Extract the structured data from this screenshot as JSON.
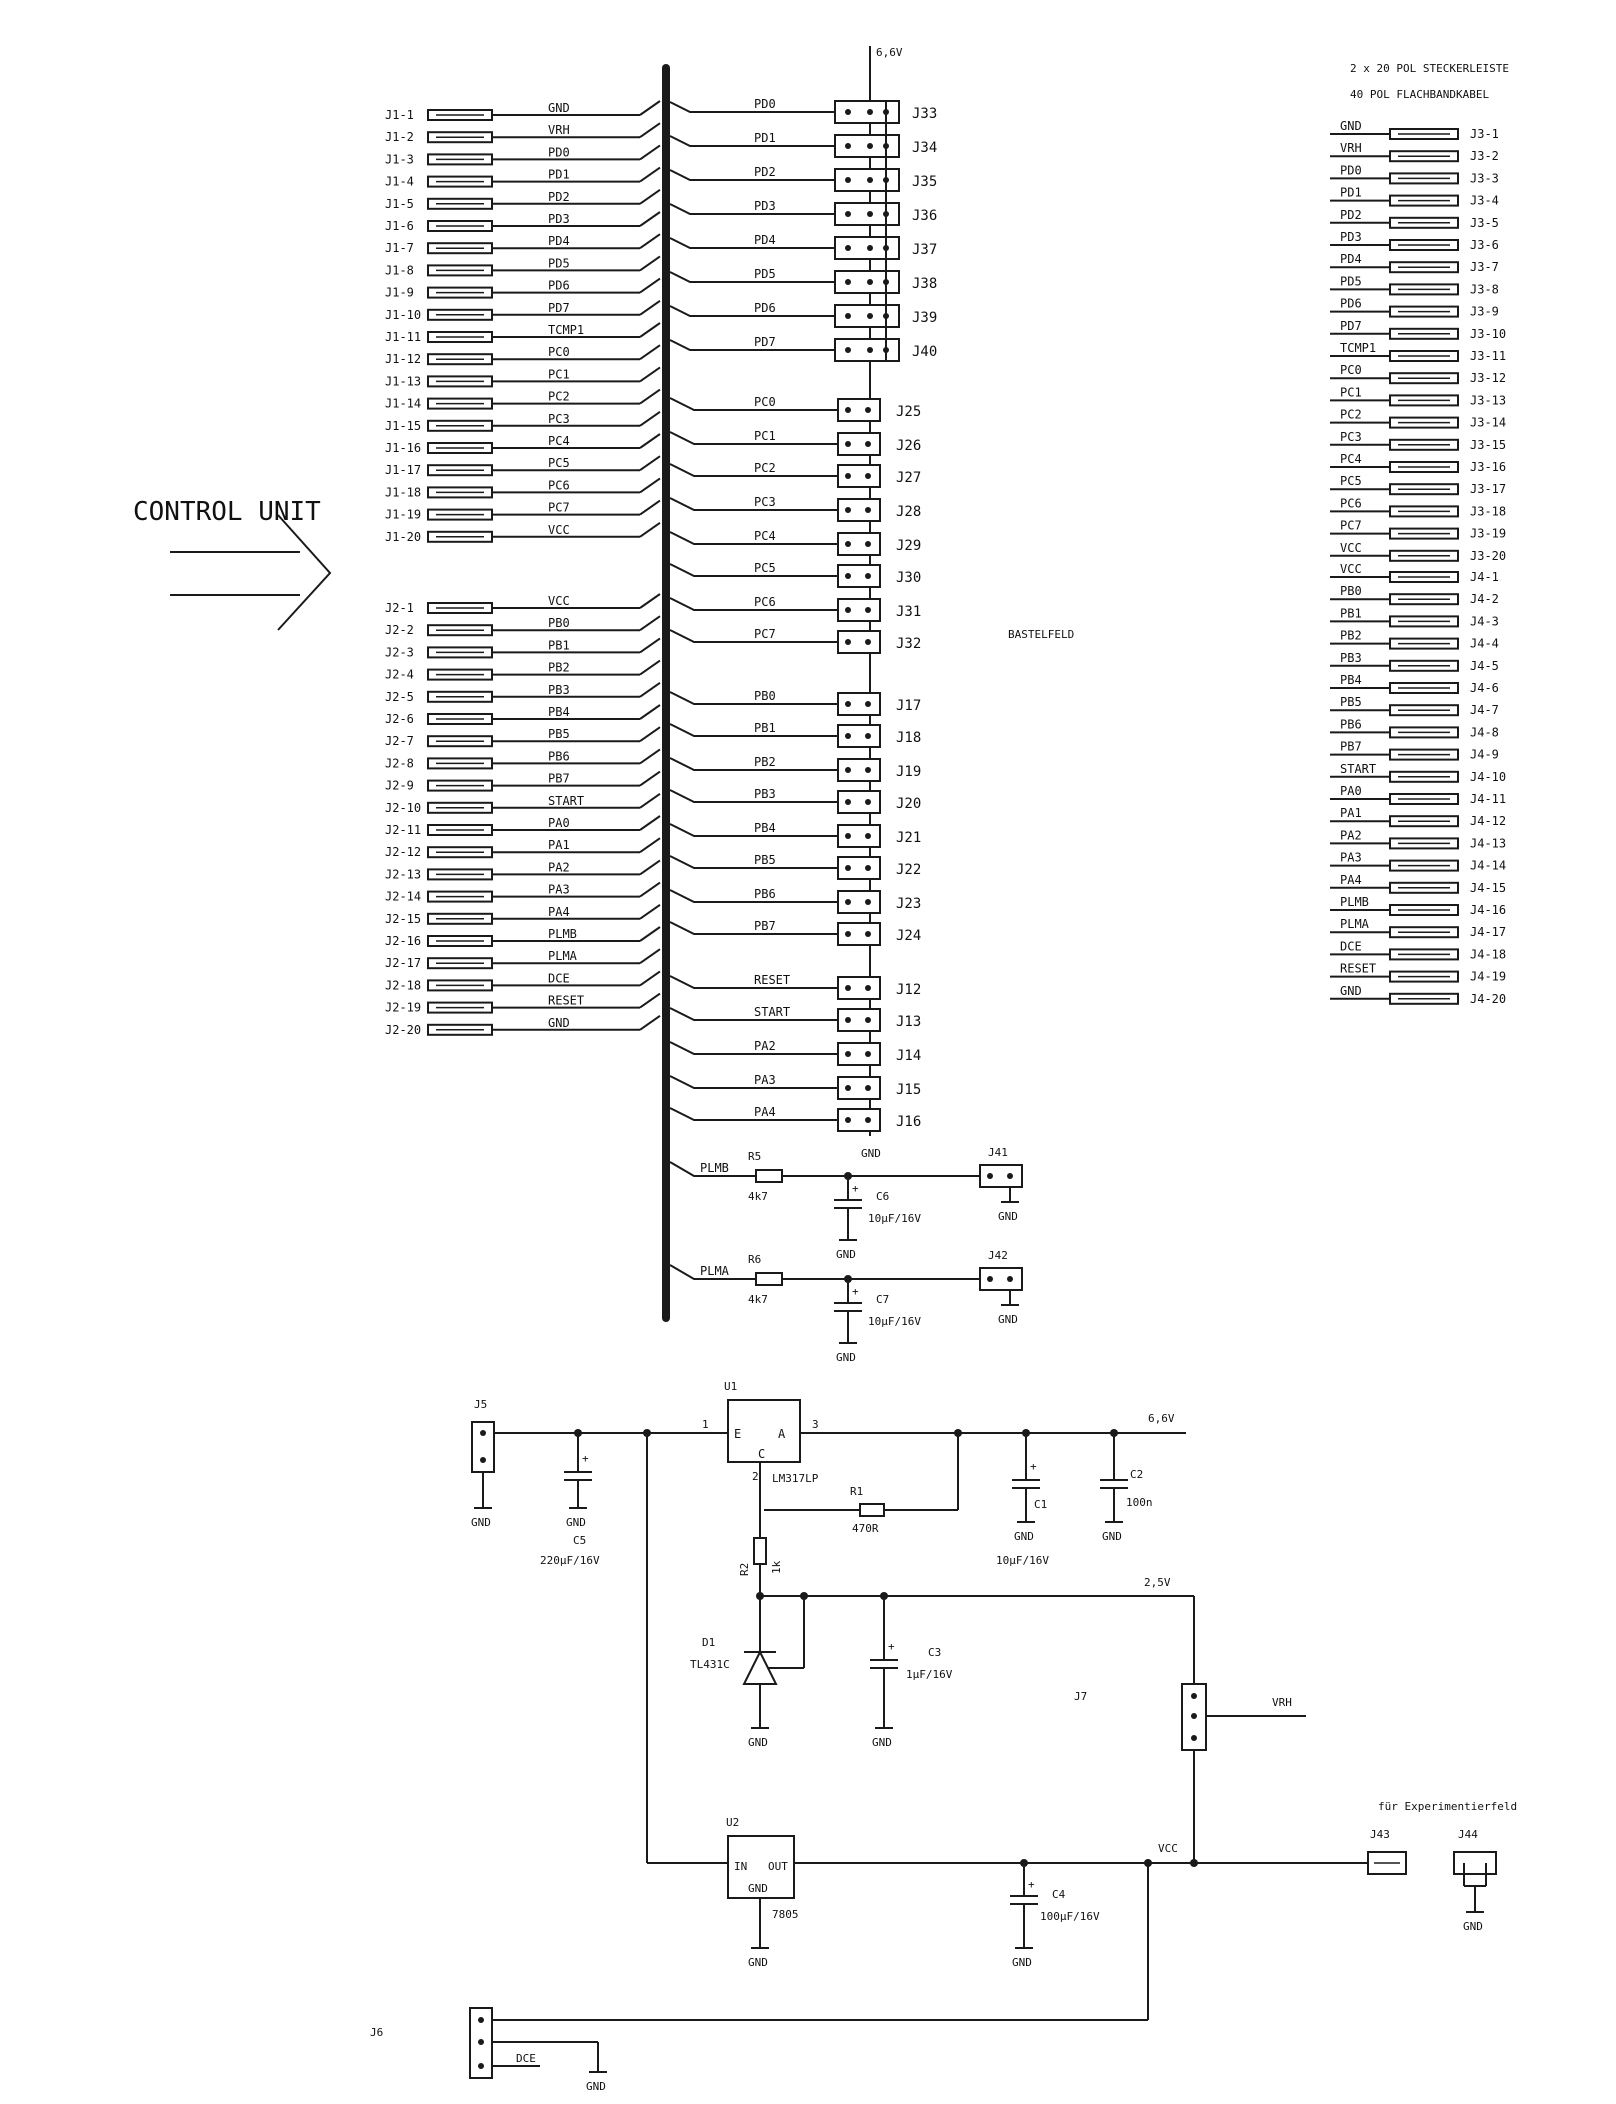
{
  "control_unit_label": "CONTROL UNIT",
  "top_supply": "6,6V",
  "header_title": [
    "2 x 20 POL STECKERLEISTE",
    "40 POL FLACHBANDKABEL"
  ],
  "bastelfeld": "BASTELFELD",
  "j1": {
    "pins": [
      "J1-1",
      "J1-2",
      "J1-3",
      "J1-4",
      "J1-5",
      "J1-6",
      "J1-7",
      "J1-8",
      "J1-9",
      "J1-10",
      "J1-11",
      "J1-12",
      "J1-13",
      "J1-14",
      "J1-15",
      "J1-16",
      "J1-17",
      "J1-18",
      "J1-19",
      "J1-20"
    ],
    "signals": [
      "GND",
      "VRH",
      "PD0",
      "PD1",
      "PD2",
      "PD3",
      "PD4",
      "PD5",
      "PD6",
      "PD7",
      "TCMP1",
      "PC0",
      "PC1",
      "PC2",
      "PC3",
      "PC4",
      "PC5",
      "PC6",
      "PC7",
      "VCC"
    ]
  },
  "j2": {
    "pins": [
      "J2-1",
      "J2-2",
      "J2-3",
      "J2-4",
      "J2-5",
      "J2-6",
      "J2-7",
      "J2-8",
      "J2-9",
      "J2-10",
      "J2-11",
      "J2-12",
      "J2-13",
      "J2-14",
      "J2-15",
      "J2-16",
      "J2-17",
      "J2-18",
      "J2-19",
      "J2-20"
    ],
    "signals": [
      "VCC",
      "PB0",
      "PB1",
      "PB2",
      "PB3",
      "PB4",
      "PB5",
      "PB6",
      "PB7",
      "START",
      "PA0",
      "PA1",
      "PA2",
      "PA3",
      "PA4",
      "PLMB",
      "PLMA",
      "DCE",
      "RESET",
      "GND"
    ]
  },
  "j3": {
    "pins": [
      "J3-1",
      "J3-2",
      "J3-3",
      "J3-4",
      "J3-5",
      "J3-6",
      "J3-7",
      "J3-8",
      "J3-9",
      "J3-10",
      "J3-11",
      "J3-12",
      "J3-13",
      "J3-14",
      "J3-15",
      "J3-16",
      "J3-17",
      "J3-18",
      "J3-19",
      "J3-20"
    ],
    "signals": [
      "GND",
      "VRH",
      "PD0",
      "PD1",
      "PD2",
      "PD3",
      "PD4",
      "PD5",
      "PD6",
      "PD7",
      "TCMP1",
      "PC0",
      "PC1",
      "PC2",
      "PC3",
      "PC4",
      "PC5",
      "PC6",
      "PC7",
      "VCC"
    ]
  },
  "j4": {
    "pins": [
      "J4-1",
      "J4-2",
      "J4-3",
      "J4-4",
      "J4-5",
      "J4-6",
      "J4-7",
      "J4-8",
      "J4-9",
      "J4-10",
      "J4-11",
      "J4-12",
      "J4-13",
      "J4-14",
      "J4-15",
      "J4-16",
      "J4-17",
      "J4-18",
      "J4-19",
      "J4-20"
    ],
    "signals": [
      "VCC",
      "PB0",
      "PB1",
      "PB2",
      "PB3",
      "PB4",
      "PB5",
      "PB6",
      "PB7",
      "START",
      "PA0",
      "PA1",
      "PA2",
      "PA3",
      "PA4",
      "PLMB",
      "PLMA",
      "DCE",
      "RESET",
      "GND"
    ]
  },
  "headers3": [
    {
      "id": "J33",
      "signal": "PD0"
    },
    {
      "id": "J34",
      "signal": "PD1"
    },
    {
      "id": "J35",
      "signal": "PD2"
    },
    {
      "id": "J36",
      "signal": "PD3"
    },
    {
      "id": "J37",
      "signal": "PD4"
    },
    {
      "id": "J38",
      "signal": "PD5"
    },
    {
      "id": "J39",
      "signal": "PD6"
    },
    {
      "id": "J40",
      "signal": "PD7"
    }
  ],
  "headers2": [
    {
      "id": "J25",
      "signal": "PC0"
    },
    {
      "id": "J26",
      "signal": "PC1"
    },
    {
      "id": "J27",
      "signal": "PC2"
    },
    {
      "id": "J28",
      "signal": "PC3"
    },
    {
      "id": "J29",
      "signal": "PC4"
    },
    {
      "id": "J30",
      "signal": "PC5"
    },
    {
      "id": "J31",
      "signal": "PC6"
    },
    {
      "id": "J32",
      "signal": "PC7"
    },
    {
      "id": "J17",
      "signal": "PB0"
    },
    {
      "id": "J18",
      "signal": "PB1"
    },
    {
      "id": "J19",
      "signal": "PB2"
    },
    {
      "id": "J20",
      "signal": "PB3"
    },
    {
      "id": "J21",
      "signal": "PB4"
    },
    {
      "id": "J22",
      "signal": "PB5"
    },
    {
      "id": "J23",
      "signal": "PB6"
    },
    {
      "id": "J24",
      "signal": "PB7"
    },
    {
      "id": "J12",
      "signal": "RESET"
    },
    {
      "id": "J13",
      "signal": "START"
    },
    {
      "id": "J14",
      "signal": "PA2"
    },
    {
      "id": "J15",
      "signal": "PA3"
    },
    {
      "id": "J16",
      "signal": "PA4"
    }
  ],
  "gnd": "GND",
  "pwm": [
    {
      "net": "PLMB",
      "resistor": "R5",
      "rval": "4k7",
      "cap": "C6",
      "cval": "10µF/16V",
      "conn": "J41"
    },
    {
      "net": "PLMA",
      "resistor": "R6",
      "rval": "4k7",
      "cap": "C7",
      "cval": "10µF/16V",
      "conn": "J42"
    }
  ],
  "power": {
    "j5": "J5",
    "c5": "C5",
    "c5v": "220µF/16V",
    "u1": "U1",
    "u1_e": "E",
    "u1_a": "A",
    "u1_c": "C",
    "u1_pin1": "1",
    "u1_pin2": "2",
    "u1_pin3": "3",
    "u1_part": "LM317LP",
    "r1": "R1",
    "r1v": "470R",
    "c1": "C1",
    "c1v": "10µF/16V",
    "c2": "C2",
    "c2v": "100n",
    "out": "6,6V",
    "r2": "R2",
    "r2v": "1k",
    "ref": "2,5V",
    "d1": "D1",
    "d1v": "TL431C",
    "c3": "C3",
    "c3v": "1µF/16V",
    "j7": "J7",
    "vrh": "VRH",
    "u2": "U2",
    "u2_in": "IN",
    "u2_out": "OUT",
    "u2_gnd": "GND",
    "u2_part": "7805",
    "c4": "C4",
    "c4v": "100µF/16V",
    "vcc": "VCC",
    "exp": "für Experimentierfeld",
    "j43": "J43",
    "j44": "J44",
    "j6": "J6",
    "dce": "DCE"
  }
}
